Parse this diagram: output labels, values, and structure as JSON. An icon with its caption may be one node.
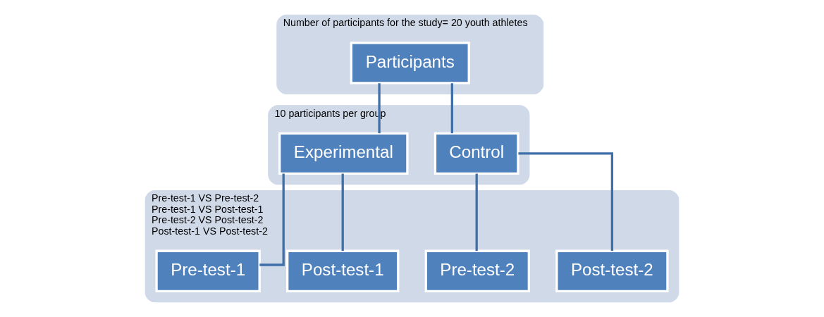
{
  "diagram": {
    "nodes": [
      {
        "text": [
          "Number of participants for the study= 20 youth athletes"
        ]
      },
      {
        "text": [
          "Participants"
        ],
        "in": 0
      },
      {
        "text": [
          "10 participants per group"
        ]
      },
      {
        "text": [
          "Experimental"
        ],
        "in": 2
      },
      {
        "text": [
          "Control"
        ],
        "in": 2
      },
      {
        "text": [
          "Pre-test-1 VS Pre-test-2",
          "Pre-test-1 VS Post-test-1",
          "Pre-test-2 VS Post-test-2",
          "Post-test-1 VS Post-test-2"
        ]
      },
      {
        "text": [
          "Pre-test-1"
        ],
        "in": 5
      },
      {
        "text": [
          "Post-test-1"
        ],
        "in": 5
      },
      {
        "text": [
          "Pre-test-2"
        ],
        "in": 5
      },
      {
        "text": [
          "Post-test-2"
        ],
        "in": 5
      }
    ],
    "edges": [
      {
        "from": 1,
        "to": 3,
        "arrow": "none"
      },
      {
        "from": 1,
        "to": 4,
        "arrow": "none"
      },
      {
        "from": 3,
        "to": 6,
        "arrow": "none"
      },
      {
        "from": 3,
        "to": 7,
        "arrow": "none"
      },
      {
        "from": 4,
        "to": 8,
        "arrow": "none"
      },
      {
        "from": 4,
        "to": 9,
        "arrow": "none"
      }
    ]
  }
}
